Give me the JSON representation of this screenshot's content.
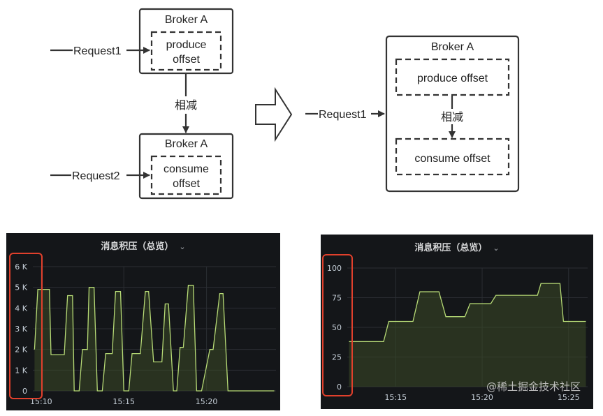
{
  "diagram_left": {
    "top_broker": {
      "title": "Broker A",
      "inner_label_line1": "produce",
      "inner_label_line2": "offset",
      "request": "Request1"
    },
    "middle_label": "相减",
    "bottom_broker": {
      "title": "Broker A",
      "inner_label_line1": "consume",
      "inner_label_line2": "offset",
      "request": "Request2"
    }
  },
  "diagram_right": {
    "broker": {
      "title": "Broker A",
      "produce_label": "produce offset",
      "middle_label": "相减",
      "consume_label": "consume offset",
      "request": "Request1"
    }
  },
  "colors": {
    "panel_bg": "#141619",
    "series_line": "#b7db76",
    "series_fill": "#3a4a27",
    "highlight": "#e0402c"
  },
  "icons": {
    "transition_arrow": "right-hollow-arrow-icon",
    "dropdown": "chevron-down-icon"
  },
  "chart_data": [
    {
      "type": "area",
      "title": "消息积压（总览）",
      "xlabel": "",
      "ylabel": "",
      "y_ticks": [
        "0",
        "1 K",
        "2 K",
        "3 K",
        "4 K",
        "5 K",
        "6 K"
      ],
      "x_ticks": [
        "15:10",
        "15:15",
        "15:20"
      ],
      "ylim": [
        0,
        6000
      ],
      "x_domain": [
        "15:09.5",
        "15:24.2"
      ],
      "grid": true,
      "series": [
        {
          "x": [
            "15:09.6",
            "15:09.8",
            "15:10.5",
            "15:10.6",
            "15:11.4",
            "15:11.6",
            "15:11.9",
            "15:12.0",
            "15:12.3",
            "15:12.5",
            "15:12.8",
            "15:12.9",
            "15:13.2",
            "15:13.4",
            "15:13.7",
            "15:13.9",
            "15:14.3",
            "15:14.5",
            "15:14.8",
            "15:15.0",
            "15:15.3",
            "15:15.5",
            "15:16.0",
            "15:16.3",
            "15:16.5",
            "15:16.8",
            "15:17.3",
            "15:17.5",
            "15:17.7",
            "15:18.0",
            "15:18.2",
            "15:18.4",
            "15:18.6",
            "15:18.9",
            "15:19.2",
            "15:19.4",
            "15:19.7",
            "15:20.2",
            "15:20.4",
            "15:20.8",
            "15:21.0",
            "15:21.3",
            "15:21.5",
            "15:22.0",
            "15:22.4",
            "15:22.7",
            "15:23.2",
            "15:23.4",
            "15:24.1"
          ],
          "values": [
            2000,
            4900,
            4900,
            1750,
            1750,
            4600,
            4600,
            0,
            0,
            2000,
            2000,
            5000,
            5000,
            0,
            0,
            1800,
            1800,
            4800,
            4800,
            0,
            0,
            1800,
            1800,
            4800,
            4800,
            1400,
            1400,
            4200,
            4200,
            0,
            0,
            2100,
            2100,
            5100,
            5100,
            0,
            0,
            2000,
            2000,
            4700,
            4700,
            0,
            0,
            0,
            0,
            0,
            0,
            0,
            0
          ]
        }
      ]
    },
    {
      "type": "area",
      "title": "消息积压（总览）",
      "xlabel": "",
      "ylabel": "",
      "y_ticks": [
        "0",
        "25",
        "50",
        "75",
        "100"
      ],
      "x_ticks": [
        "15:15",
        "15:20",
        "15:25"
      ],
      "ylim": [
        0,
        100
      ],
      "x_domain": [
        "15:12.2",
        "15:26.1"
      ],
      "grid": true,
      "series": [
        {
          "x": [
            "15:12.3",
            "15:14.3",
            "15:14.6",
            "15:16.0",
            "15:16.4",
            "15:17.5",
            "15:17.9",
            "15:19.0",
            "15:19.3",
            "15:20.5",
            "15:20.8",
            "15:23.2",
            "15:23.4",
            "15:24.5",
            "15:24.7",
            "15:26.0"
          ],
          "values": [
            38,
            38,
            55,
            55,
            80,
            80,
            59,
            59,
            70,
            70,
            77,
            77,
            87,
            87,
            55,
            55
          ]
        }
      ]
    }
  ],
  "watermark": "@稀土掘金技术社区"
}
